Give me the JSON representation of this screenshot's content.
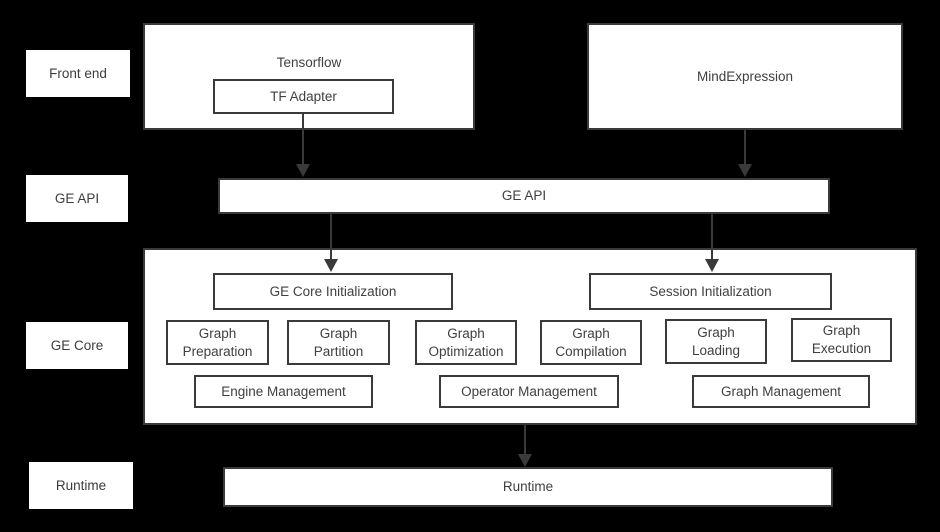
{
  "colors": {
    "background": "#000000",
    "box_fill": "#ffffff",
    "border": "#3a3a3a",
    "text": "#404040",
    "arrow": "#3a3a3a"
  },
  "row_labels": [
    {
      "label": "Front end"
    },
    {
      "label": "GE API"
    },
    {
      "label": "GE Core"
    },
    {
      "label": "Runtime"
    }
  ],
  "front_end": {
    "tensorflow_title": "Tensorflow",
    "tf_adapter": "TF Adapter",
    "mind_expression": "MindExpression"
  },
  "ge_api": {
    "label": "GE API"
  },
  "ge_core": {
    "ge_core_initialization": "GE Core Initialization",
    "session_initialization": "Session Initialization",
    "pipeline": [
      "Graph Preparation",
      "Graph Partition",
      "Graph Optimization",
      "Graph Compilation",
      "Graph Loading",
      "Graph Execution"
    ],
    "management": [
      "Engine Management",
      "Operator Management",
      "Graph Management"
    ]
  },
  "runtime": {
    "label": "Runtime"
  }
}
